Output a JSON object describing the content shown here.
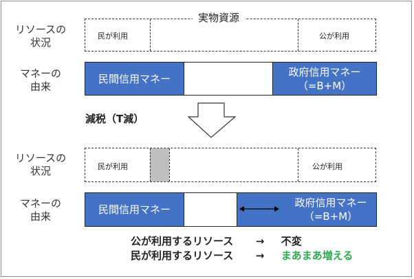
{
  "labels": {
    "resource_1": "リソースの",
    "resource_2": "状況",
    "money_1": "マネーの",
    "money_2": "由来"
  },
  "top": {
    "real_resources": "実物資源",
    "private_use": "民が利用",
    "public_use": "公が利用",
    "private_money": "民間信用マネー",
    "gov_money_1": "政府信用マネー",
    "gov_money_2": "（=B+M）"
  },
  "action": "減税（T減）",
  "bottom": {
    "private_use": "民が利用",
    "public_use": "公が利用",
    "private_money": "民間信用マネー",
    "gov_money_1": "政府信用マネー",
    "gov_money_2": "（=B+M）"
  },
  "conclusion": {
    "line1_subject": "公が利用するリソース",
    "line1_arrow": "→",
    "line1_result": "不変",
    "line2_subject": "民が利用するリソース",
    "line2_arrow": "→",
    "line2_result": "まあまあ増える"
  },
  "colors": {
    "blue": "#4472c4",
    "green": "#2fa84f",
    "gray": "#bfbfbf"
  }
}
